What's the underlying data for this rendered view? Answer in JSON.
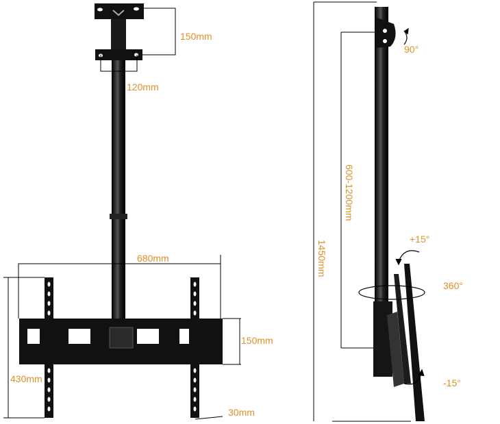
{
  "colors": {
    "label": "#e0902a",
    "metal": "#111111",
    "dimension_line": "#000000"
  },
  "front_view": {
    "ceiling_plate_height": "150mm",
    "ceiling_plate_width": "120mm",
    "arm_width": "680mm",
    "rail_height": "430mm",
    "crossbar_height": "150mm",
    "rail_depth": "30mm"
  },
  "side_view": {
    "total_height": "1450mm",
    "pole_range": "600-1200mm",
    "ceiling_tilt": "90°",
    "tilt_up": "+15°",
    "swivel": "360°",
    "tilt_down": "-15°"
  }
}
